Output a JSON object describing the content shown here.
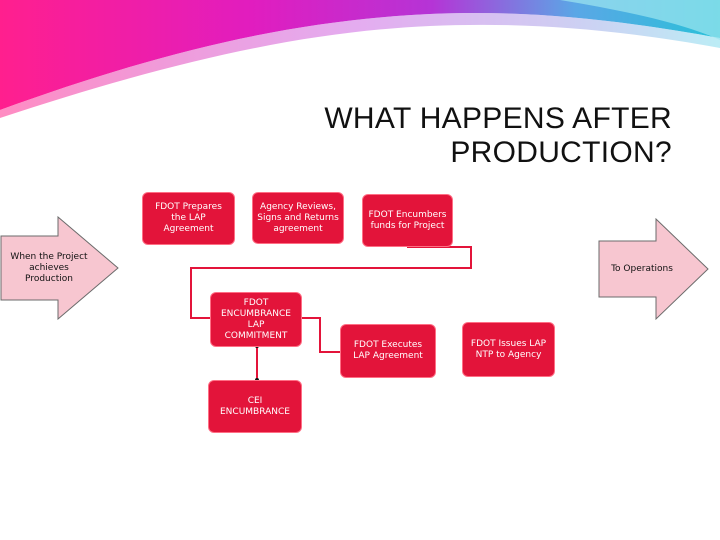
{
  "title": {
    "line1": "WHAT HAPPENS AFTER",
    "line2": "PRODUCTION?"
  },
  "start_arrow": {
    "label": "When the Project achieves Production"
  },
  "end_arrow": {
    "label": "To Operations"
  },
  "steps": {
    "prepares": "FDOT Prepares the LAP Agreement",
    "reviews": "Agency Reviews, Signs and Returns agreement",
    "encumbers": "FDOT Encumbers funds for Project",
    "encumbrance": "FDOT ENCUMBRANCE LAP COMMITMENT",
    "cei": "CEI ENCUMBRANCE",
    "executes": "FDOT Executes LAP Agreement",
    "ntp": "FDOT Issues LAP NTP to Agency"
  },
  "colors": {
    "box_fill": "#e3143a",
    "arrow_fill": "#f7c6d0",
    "banner_magenta": "#e8197f",
    "banner_cyan": "#2bb6d9"
  }
}
